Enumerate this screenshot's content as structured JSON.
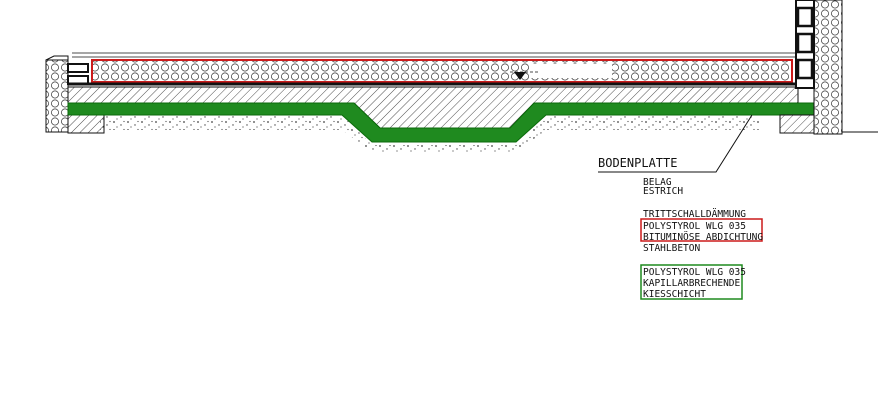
{
  "title": "BODENPLATTE",
  "layers_top": [
    "BELAG",
    "ESTRICH"
  ],
  "layers_red_box": [
    "TRITTSCHALLDÄMMUNG",
    "POLYSTYROL WLG 035",
    "BITUMINÖSE ABDICHTUNG"
  ],
  "layer_after_red": "STAHLBETON",
  "layers_green_box": [
    "POLYSTYROL WLG 035",
    "KAPILLARBRECHENDE",
    "KIESSCHICHT"
  ],
  "colors": {
    "insulation_outline": "#cc1a1a",
    "green_layer": "#1f8a1f",
    "green_outline": "#0b6a0b",
    "line": "#111111"
  },
  "icons": {
    "level_marker": "triangle-down-icon"
  }
}
